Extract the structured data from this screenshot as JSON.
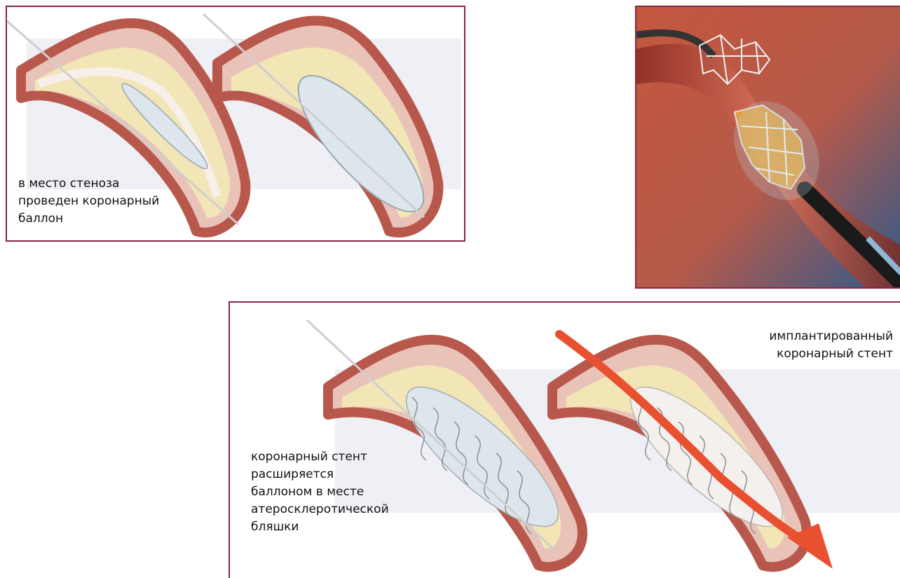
{
  "captions": {
    "balloon": "в место стеноза\nпроведен коронарный\nбаллон",
    "stent_expand": "коронарный стент\nрасширяется\nбаллоном в месте\nатеросклеротической\nбляшки",
    "stent_implanted": "имплантированный\nкоронарный стент"
  },
  "colors": {
    "frame": "#8a2540",
    "vessel_wall": "#b8584c",
    "vessel_outer": "#e9c3b8",
    "plaque": "#f2e5b6",
    "balloon": "#dde6ec",
    "flow_arrow": "#e8502f",
    "render_blue": "#2d5a8e",
    "render_red": "#c4573e"
  }
}
